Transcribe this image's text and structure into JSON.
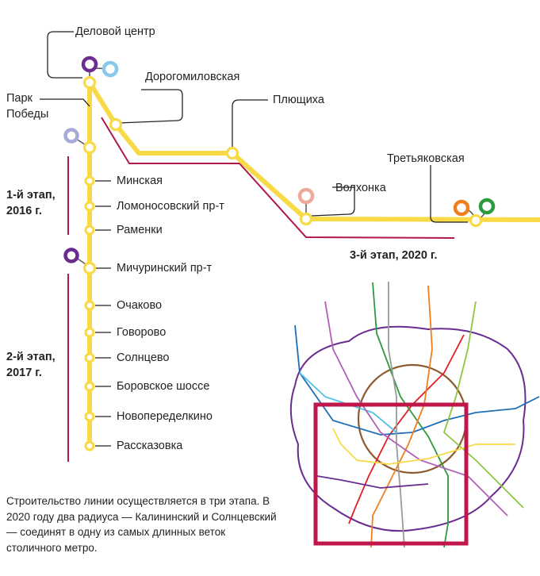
{
  "header_fragment": "",
  "line_color": "#F8DA46",
  "stage_line_color": "#B0174B",
  "stations_map": [
    {
      "id": "delovoy",
      "name": "Деловой центр"
    },
    {
      "id": "dorogomilovskaya",
      "name": "Дорогомиловская"
    },
    {
      "id": "plyushchikha",
      "name": "Плющиха"
    },
    {
      "id": "park_pobedy",
      "name": "Парк\nПобеды"
    },
    {
      "id": "tretyakovskaya",
      "name": "Третьяковская"
    },
    {
      "id": "volkhonka",
      "name": "Волхонка"
    },
    {
      "id": "minskaya",
      "name": "Минская"
    },
    {
      "id": "lomonosovsky",
      "name": "Ломоносовский пр-т"
    },
    {
      "id": "ramenki",
      "name": "Раменки"
    },
    {
      "id": "michurinsky",
      "name": "Мичуринский пр-т"
    },
    {
      "id": "ochakovo",
      "name": "Очаково"
    },
    {
      "id": "govorovo",
      "name": "Говорово"
    },
    {
      "id": "solntsevo",
      "name": "Солнцево"
    },
    {
      "id": "borovskoe",
      "name": "Боровское шоссе"
    },
    {
      "id": "novoperedelkino",
      "name": "Новопеределкино"
    },
    {
      "id": "rasskazovka",
      "name": "Рассказовка"
    }
  ],
  "stages": {
    "stage1": "1-й этап,\n2016 г.",
    "stage2": "2-й этап,\n2017 г.",
    "stage3": "3-й этап, 2020 г."
  },
  "description": "Строительство линии осуществляется в три этапа. В 2020 году два радиуса — Калининский и Солнцевский — соединят в одну из самых длинных веток столичного метро.",
  "inset_map": {
    "highlight_color": "#C0174B",
    "line_colors": [
      "#F8DA46",
      "#6A2C91",
      "#E31E24",
      "#2E9A3F",
      "#1E6FB8",
      "#4FC3E8",
      "#9B9B9B",
      "#F07E1F",
      "#8C5A2E",
      "#B25FB6",
      "#8FC640",
      "#A7A9D6"
    ]
  },
  "interchange_colors": {
    "delovoy": [
      "#6A2C91",
      "#86C9EC"
    ],
    "park_pobedy": [
      "#A7A9D6"
    ],
    "volkhonka": [
      "#EFA99A"
    ],
    "tretyakovskaya": [
      "#F07E1F",
      "#2E9A3F"
    ],
    "michurinsky": [
      "#6A2C91"
    ]
  }
}
